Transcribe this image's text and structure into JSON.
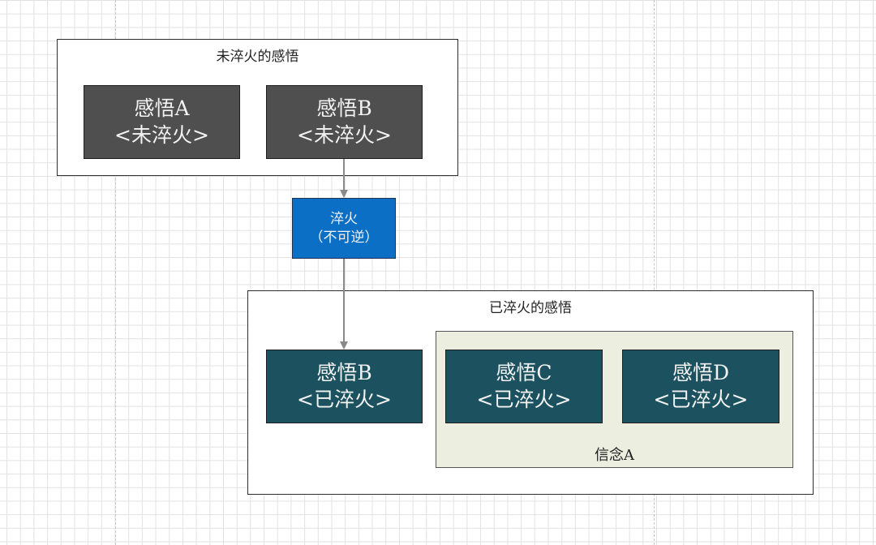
{
  "diagram": {
    "unquenched_group": {
      "title": "未淬火的感悟",
      "nodes": [
        {
          "line1": "感悟A",
          "line2": "<未淬火>"
        },
        {
          "line1": "感悟B",
          "line2": "<未淬火>"
        }
      ]
    },
    "process": {
      "line1": "淬火",
      "line2": "（不可逆）"
    },
    "quenched_group": {
      "title": "已淬火的感悟",
      "nodes": [
        {
          "line1": "感悟B",
          "line2": "<已淬火>"
        }
      ],
      "belief": {
        "label": "信念A",
        "nodes": [
          {
            "line1": "感悟C",
            "line2": "<已淬火>"
          },
          {
            "line1": "感悟D",
            "line2": "<已淬火>"
          }
        ]
      }
    },
    "colors": {
      "unquenched_node": "#4f4f4f",
      "process_node": "#0b6fc6",
      "quenched_node": "#1c525f",
      "belief_group": "#eceee0",
      "edge": "#8a8a8a"
    }
  }
}
